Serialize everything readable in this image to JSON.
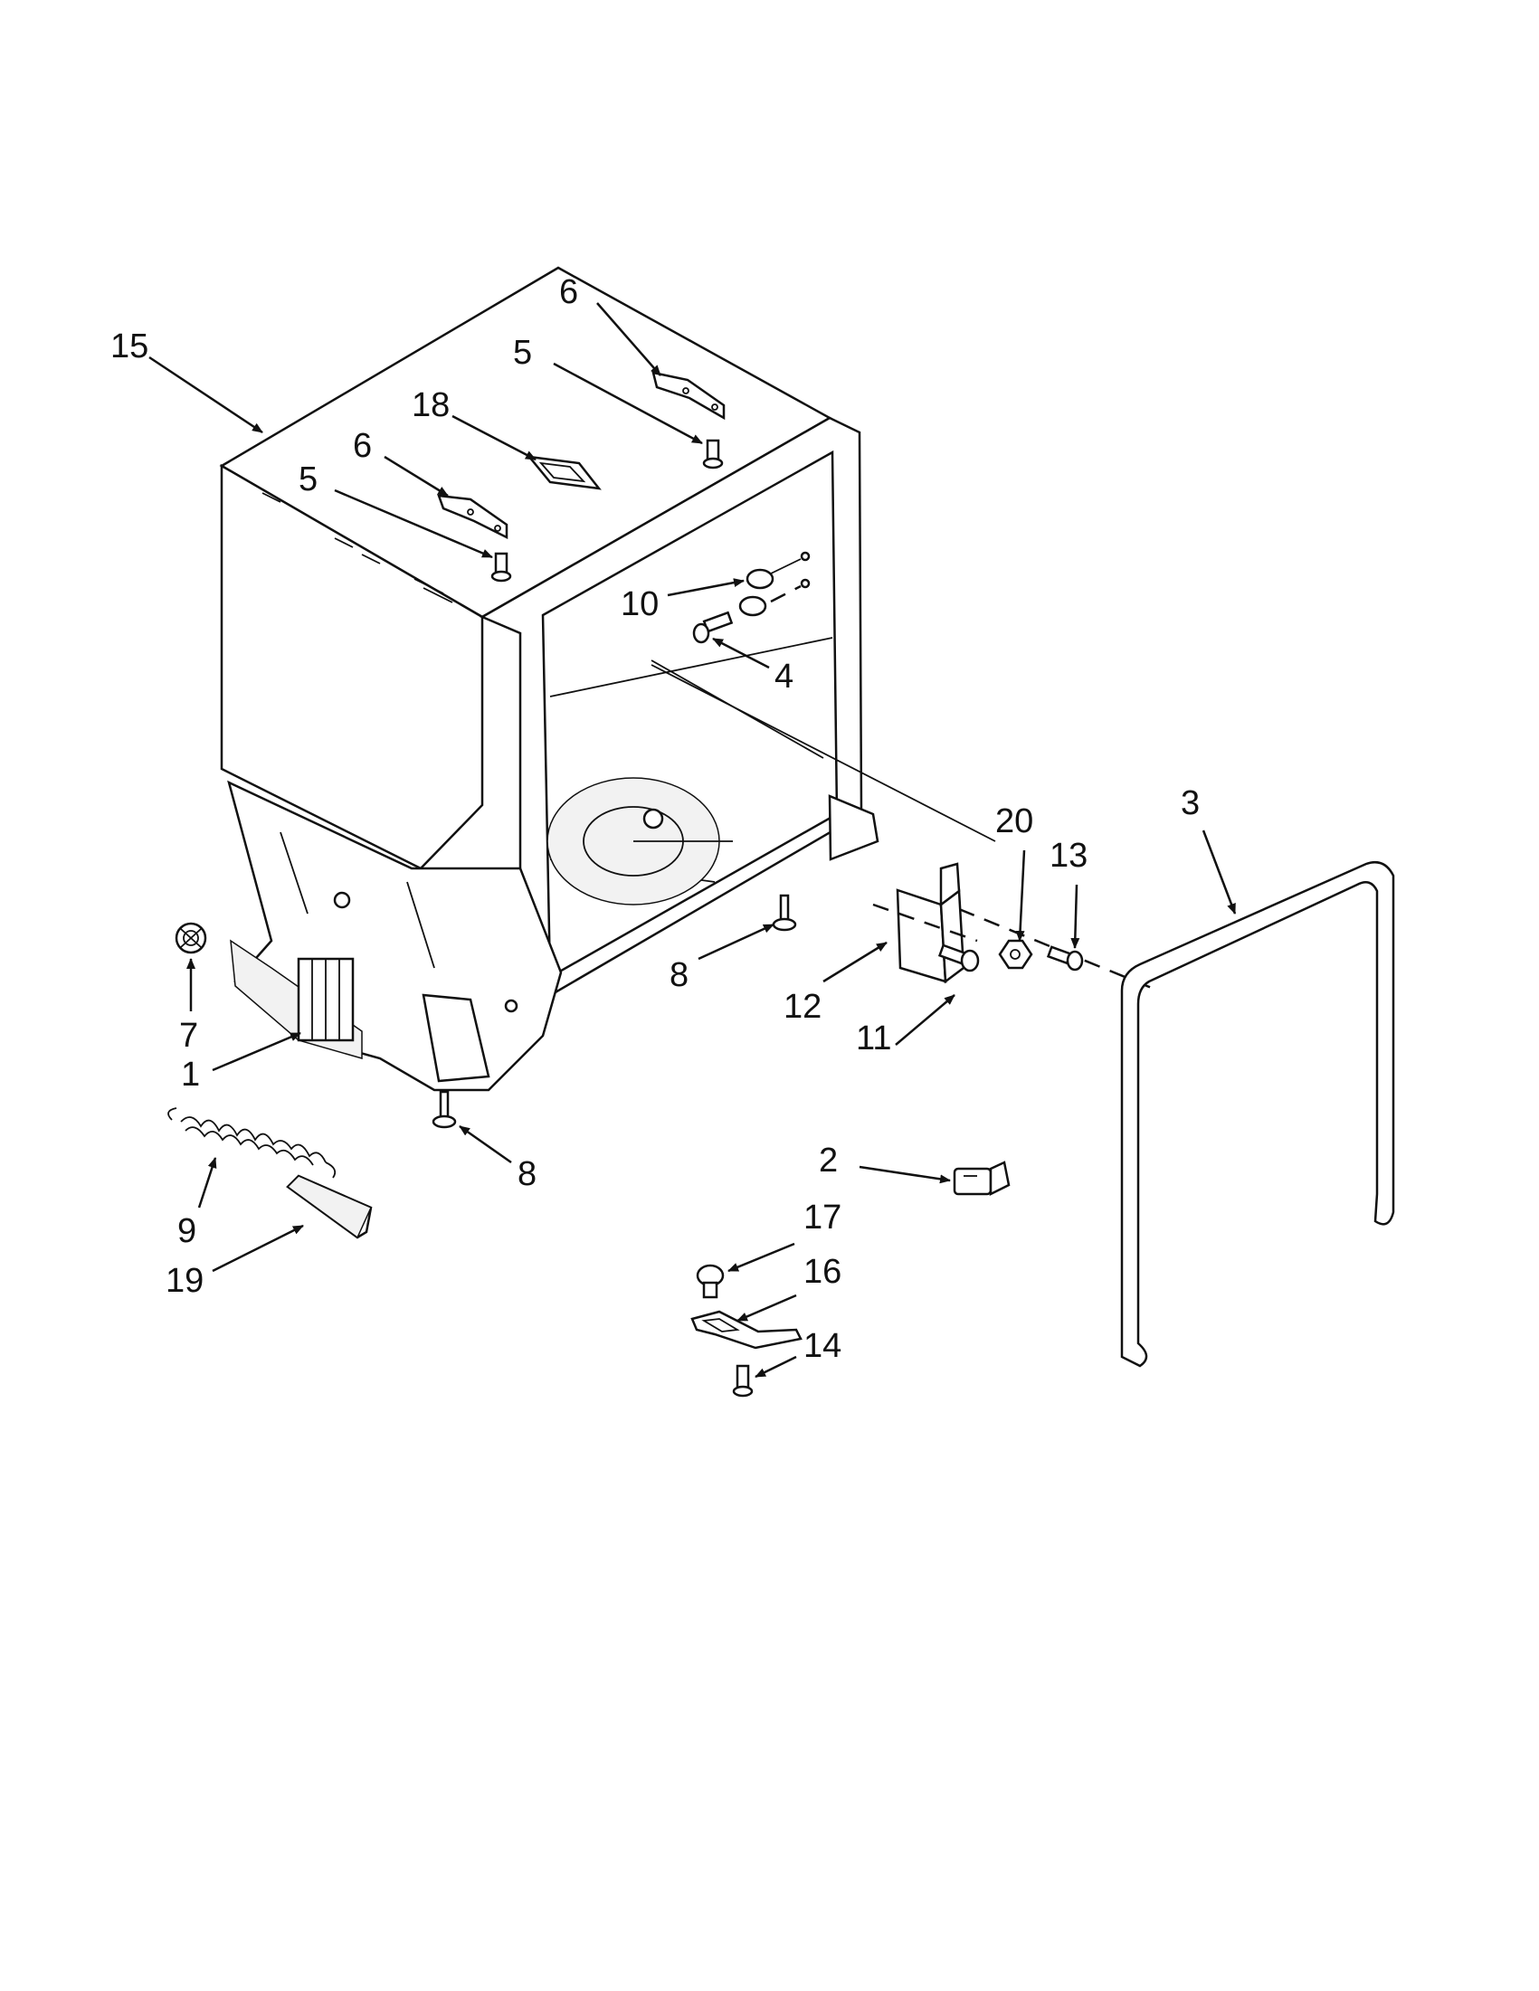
{
  "diagram": {
    "callouts": [
      {
        "id": "c15",
        "label": "15"
      },
      {
        "id": "c6a",
        "label": "6"
      },
      {
        "id": "c5a",
        "label": "5"
      },
      {
        "id": "c18",
        "label": "18"
      },
      {
        "id": "c6b",
        "label": "6"
      },
      {
        "id": "c5b",
        "label": "5"
      },
      {
        "id": "c10",
        "label": "10"
      },
      {
        "id": "c4",
        "label": "4"
      },
      {
        "id": "c20",
        "label": "20"
      },
      {
        "id": "c13",
        "label": "13"
      },
      {
        "id": "c3",
        "label": "3"
      },
      {
        "id": "c8a",
        "label": "8"
      },
      {
        "id": "c12",
        "label": "12"
      },
      {
        "id": "c11",
        "label": "11"
      },
      {
        "id": "c7",
        "label": "7"
      },
      {
        "id": "c1",
        "label": "1"
      },
      {
        "id": "c8b",
        "label": "8"
      },
      {
        "id": "c2",
        "label": "2"
      },
      {
        "id": "c17",
        "label": "17"
      },
      {
        "id": "c16",
        "label": "16"
      },
      {
        "id": "c9",
        "label": "9"
      },
      {
        "id": "c19",
        "label": "19"
      },
      {
        "id": "c14",
        "label": "14"
      }
    ]
  }
}
